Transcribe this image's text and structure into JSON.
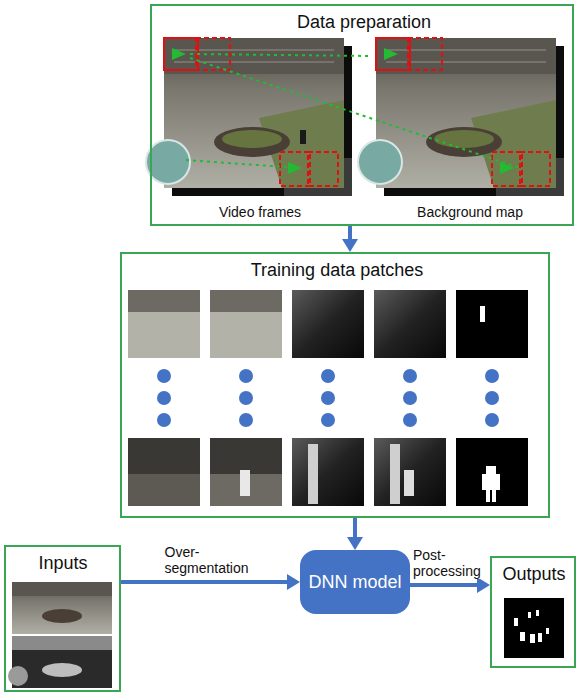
{
  "diagram": {
    "nodes": [
      {
        "text": [
          "Data preparation",
          "Video frames",
          "Background map"
        ]
      },
      {
        "text": [
          "Training data patches"
        ]
      },
      {
        "text": [
          "Inputs"
        ]
      },
      {
        "text": [
          "DNN model"
        ]
      },
      {
        "text": [
          "Outputs"
        ]
      }
    ],
    "edges": [
      {
        "from": 0,
        "to": 1,
        "arrow": "to"
      },
      {
        "from": 1,
        "to": 3,
        "arrow": "to"
      },
      {
        "from": 2,
        "to": 3,
        "label": "Over- segmentation",
        "arrow": "to"
      },
      {
        "from": 3,
        "to": 4,
        "label": "Post- processing",
        "arrow": "to"
      }
    ]
  }
}
